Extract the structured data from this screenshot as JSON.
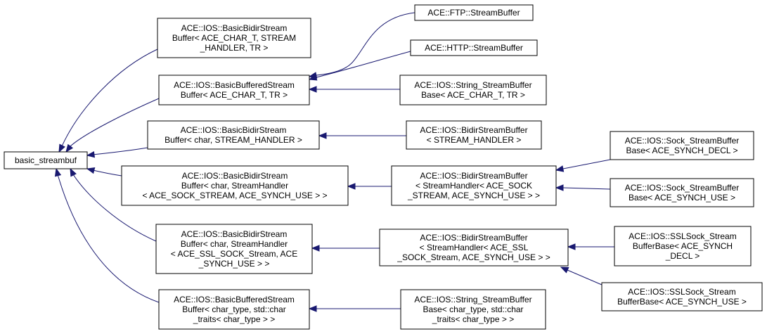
{
  "nodes": [
    {
      "id": "basic_streambuf",
      "lines": [
        "basic_streambuf"
      ]
    },
    {
      "id": "bidir_ace_char_stream",
      "lines": [
        "ACE::IOS::BasicBidirStream",
        "Buffer< ACE_CHAR_T, STREAM",
        "_HANDLER, TR >"
      ]
    },
    {
      "id": "buffered_ace_char",
      "lines": [
        "ACE::IOS::BasicBufferedStream",
        "Buffer< ACE_CHAR_T, TR >"
      ]
    },
    {
      "id": "bidir_char_stream_handler",
      "lines": [
        "ACE::IOS::BasicBidirStream",
        "Buffer< char, STREAM_HANDLER >"
      ]
    },
    {
      "id": "bidir_char_sock",
      "lines": [
        "ACE::IOS::BasicBidirStream",
        "Buffer< char, StreamHandler",
        "< ACE_SOCK_STREAM, ACE_SYNCH_USE > >"
      ]
    },
    {
      "id": "bidir_char_ssl",
      "lines": [
        "ACE::IOS::BasicBidirStream",
        "Buffer< char, StreamHandler",
        "< ACE_SSL_SOCK_Stream, ACE",
        "_SYNCH_USE > >"
      ]
    },
    {
      "id": "buffered_char_type",
      "lines": [
        "ACE::IOS::BasicBufferedStream",
        "Buffer< char_type, std::char",
        "_traits< char_type > >"
      ]
    },
    {
      "id": "ftp_stream",
      "lines": [
        "ACE::FTP::StreamBuffer"
      ]
    },
    {
      "id": "http_stream",
      "lines": [
        "ACE::HTTP::StreamBuffer"
      ]
    },
    {
      "id": "string_ace_char",
      "lines": [
        "ACE::IOS::String_StreamBuffer",
        "Base< ACE_CHAR_T, TR >"
      ]
    },
    {
      "id": "bidir_stream_handler",
      "lines": [
        "ACE::IOS::BidirStreamBuffer",
        "< STREAM_HANDLER >"
      ]
    },
    {
      "id": "bidir_sock",
      "lines": [
        "ACE::IOS::BidirStreamBuffer",
        "< StreamHandler< ACE_SOCK",
        "_STREAM, ACE_SYNCH_USE > >"
      ]
    },
    {
      "id": "bidir_ssl",
      "lines": [
        "ACE::IOS::BidirStreamBuffer",
        "< StreamHandler< ACE_SSL",
        "_SOCK_Stream, ACE_SYNCH_USE > >"
      ]
    },
    {
      "id": "string_char_type",
      "lines": [
        "ACE::IOS::String_StreamBuffer",
        "Base< char_type, std::char",
        "_traits< char_type > >"
      ]
    },
    {
      "id": "sock_decl",
      "lines": [
        "ACE::IOS::Sock_StreamBuffer",
        "Base< ACE_SYNCH_DECL >"
      ]
    },
    {
      "id": "sock_use",
      "lines": [
        "ACE::IOS::Sock_StreamBuffer",
        "Base< ACE_SYNCH_USE >"
      ]
    },
    {
      "id": "ssl_decl",
      "lines": [
        "ACE::IOS::SSLSock_Stream",
        "BufferBase< ACE_SYNCH",
        "_DECL >"
      ]
    },
    {
      "id": "ssl_use",
      "lines": [
        "ACE::IOS::SSLSock_Stream",
        "BufferBase< ACE_SYNCH_USE >"
      ]
    }
  ],
  "edges": [
    {
      "from": "bidir_ace_char_stream",
      "to": "basic_streambuf"
    },
    {
      "from": "buffered_ace_char",
      "to": "basic_streambuf"
    },
    {
      "from": "bidir_char_stream_handler",
      "to": "basic_streambuf"
    },
    {
      "from": "bidir_char_sock",
      "to": "basic_streambuf"
    },
    {
      "from": "bidir_char_ssl",
      "to": "basic_streambuf"
    },
    {
      "from": "buffered_char_type",
      "to": "basic_streambuf"
    },
    {
      "from": "ftp_stream",
      "to": "buffered_ace_char"
    },
    {
      "from": "http_stream",
      "to": "buffered_ace_char"
    },
    {
      "from": "string_ace_char",
      "to": "buffered_ace_char"
    },
    {
      "from": "bidir_stream_handler",
      "to": "bidir_char_stream_handler"
    },
    {
      "from": "bidir_sock",
      "to": "bidir_char_sock"
    },
    {
      "from": "bidir_ssl",
      "to": "bidir_char_ssl"
    },
    {
      "from": "string_char_type",
      "to": "buffered_char_type"
    },
    {
      "from": "sock_decl",
      "to": "bidir_sock"
    },
    {
      "from": "sock_use",
      "to": "bidir_sock"
    },
    {
      "from": "ssl_decl",
      "to": "bidir_ssl"
    },
    {
      "from": "ssl_use",
      "to": "bidir_ssl"
    }
  ],
  "colors": {
    "edge": "#191970",
    "node_border": "#000000",
    "node_fill": "#ffffff"
  }
}
